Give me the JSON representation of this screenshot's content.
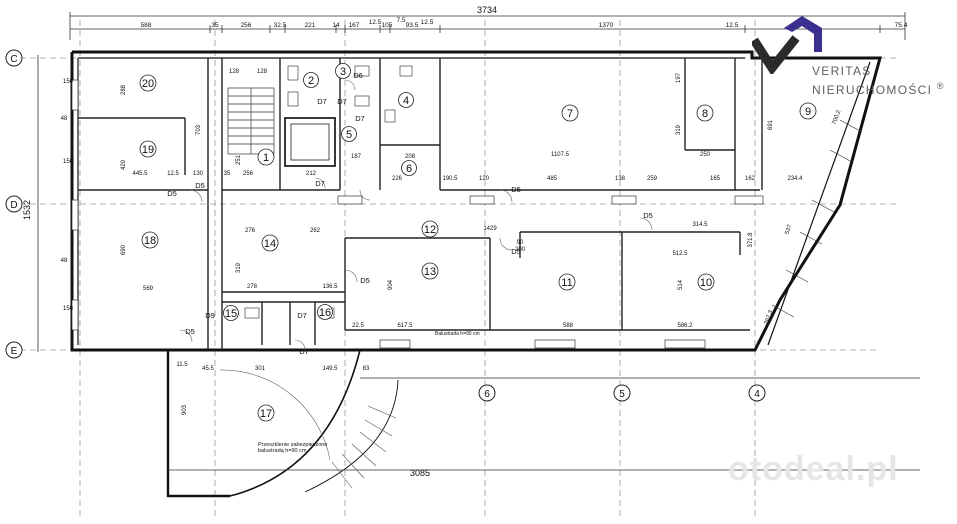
{
  "dimensions": {
    "total_top": "3734",
    "total_bottom": "3085",
    "left_side": "1532",
    "top_segments": [
      "588",
      "35",
      "256",
      "32.5",
      "221",
      "14",
      "167",
      "12.5",
      "105",
      "7.5",
      "93.5",
      "12.5",
      "1370",
      "12.5",
      "75.4"
    ]
  },
  "axes": {
    "rows": [
      "C",
      "D",
      "E"
    ],
    "columns": [
      "6",
      "5",
      "4"
    ]
  },
  "rooms": [
    {
      "number": "1"
    },
    {
      "number": "2"
    },
    {
      "number": "3"
    },
    {
      "number": "4"
    },
    {
      "number": "5"
    },
    {
      "number": "6"
    },
    {
      "number": "7"
    },
    {
      "number": "8"
    },
    {
      "number": "9"
    },
    {
      "number": "10"
    },
    {
      "number": "11"
    },
    {
      "number": "12"
    },
    {
      "number": "13"
    },
    {
      "number": "14"
    },
    {
      "number": "15"
    },
    {
      "number": "16"
    },
    {
      "number": "17"
    },
    {
      "number": "18"
    },
    {
      "number": "19"
    },
    {
      "number": "20"
    }
  ],
  "door_labels": {
    "d5": "D5",
    "d7": "D7",
    "d9": "D9",
    "d6": "D6"
  },
  "inner_dimensions": {
    "d_128a": "128",
    "d_128b": "128",
    "d_703": "703",
    "d_251": "251",
    "d_288": "288",
    "d_420": "420",
    "d_445_5": "445.5",
    "d_12_5": "12.5",
    "d_130": "130",
    "d_35": "35",
    "d_256": "256",
    "d_212": "212",
    "d_187": "187",
    "d_208": "208",
    "d_226": "226",
    "d_190_5": "190.5",
    "d_120": "120",
    "d_485": "485",
    "d_138": "138",
    "d_259": "259",
    "d_165": "165",
    "d_162": "162",
    "d_234_4": "234.4",
    "d_1107_5": "1107.5",
    "d_250": "250",
    "d_197": "197",
    "d_319a": "319",
    "d_691": "691",
    "d_276": "276",
    "d_262": "262",
    "d_1429": "1429",
    "d_314_5": "314.5",
    "d_512_5": "512.5",
    "d_371_8": "371.8",
    "d_690": "690",
    "d_569": "569",
    "d_278": "278",
    "d_136_5": "136.5",
    "d_319b": "319",
    "d_904": "904",
    "d_514": "514",
    "d_617_5": "617.5",
    "d_22_5": "22.5",
    "d_588": "588",
    "d_586_2": "586.2",
    "d_301": "301",
    "d_149_5": "149.5",
    "d_903": "903",
    "d_45_5": "45.5",
    "d_11_5": "11.5",
    "d_83": "83",
    "d_150a": "150",
    "d_150b": "150",
    "d_150c": "150",
    "d_48a": "48",
    "d_48b": "48",
    "d_700_2": "700.2",
    "d_267_3": "267.3",
    "d_537": "537",
    "d_200": "200",
    "d_90": "90"
  },
  "notes": {
    "balustrade": "Balustrada h=90 cm",
    "glazing_1": "Przeszklenie zabezpieczone",
    "glazing_2": "balustradą h=90 cm"
  },
  "logo": {
    "line1": "VERITAS",
    "line2": "NIERUCHOMOŚCI",
    "mark": "®",
    "colors": {
      "house": "#3b2f8f",
      "check": "#2b2b2b",
      "text": "#5b5f66"
    }
  },
  "watermark": "otodeal.pl"
}
